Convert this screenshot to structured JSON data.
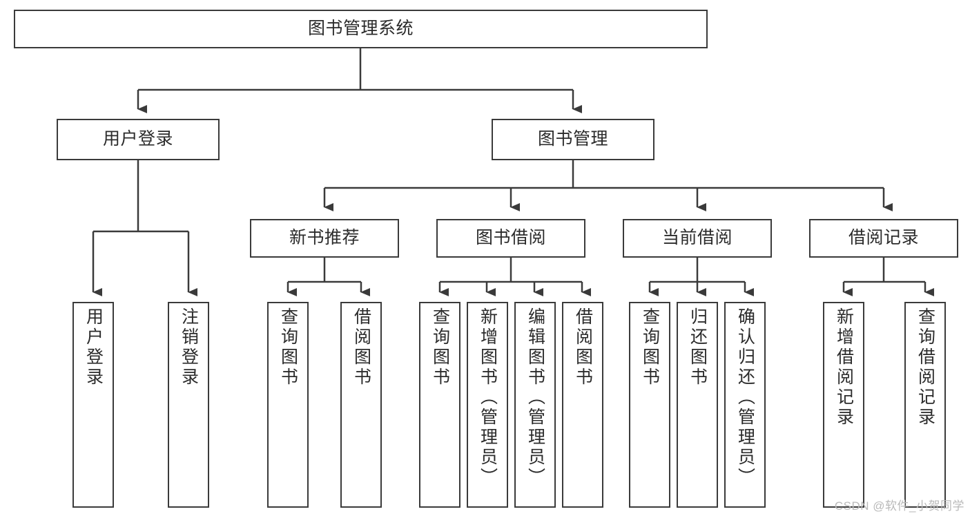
{
  "diagram": {
    "title": "图书管理系统",
    "type": "tree",
    "line_color": "#3a3a3a",
    "box_fill": "#ffffff",
    "text_color": "#2b2b2b",
    "root": {
      "label": "图书管理系统"
    },
    "level2": [
      {
        "label": "用户登录"
      },
      {
        "label": "图书管理"
      }
    ],
    "level3": [
      {
        "label": "新书推荐"
      },
      {
        "label": "图书借阅"
      },
      {
        "label": "当前借阅"
      },
      {
        "label": "借阅记录"
      }
    ],
    "leaves": {
      "user_login": [
        {
          "label": "用户登录"
        },
        {
          "label": "注销登录"
        }
      ],
      "new_book_recommend": [
        {
          "label": "查询图书"
        },
        {
          "label": "借阅图书"
        }
      ],
      "book_borrow": [
        {
          "label": "查询图书"
        },
        {
          "label": "新增图书（管理员）"
        },
        {
          "label": "编辑图书（管理员）"
        },
        {
          "label": "借阅图书"
        }
      ],
      "current_borrow": [
        {
          "label": "查询图书"
        },
        {
          "label": "归还图书"
        },
        {
          "label": "确认归还（管理员）"
        }
      ],
      "borrow_record": [
        {
          "label": "新增借阅记录"
        },
        {
          "label": "查询借阅记录"
        }
      ]
    }
  },
  "watermark": {
    "text": "CSDN @软件_小贺同学",
    "color": "#b9b9b9"
  }
}
